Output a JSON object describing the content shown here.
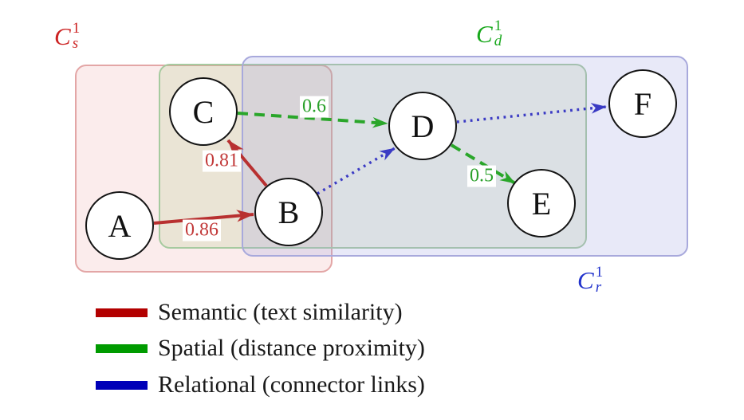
{
  "diagram": {
    "regions": [
      {
        "id": "semantic",
        "label_base": "C",
        "label_sup": "1",
        "label_sub": "s",
        "label_color": "#cc2222",
        "border_color": "#e3a6a6"
      },
      {
        "id": "spatial",
        "label_base": "C",
        "label_sup": "1",
        "label_sub": "d",
        "label_color": "#18a81c",
        "border_color": "#a6ca9f"
      },
      {
        "id": "relational",
        "label_base": "C",
        "label_sup": "1",
        "label_sub": "r",
        "label_color": "#2233cc",
        "border_color": "#a8a9dc"
      }
    ],
    "nodes": [
      {
        "id": "A",
        "label": "A"
      },
      {
        "id": "B",
        "label": "B"
      },
      {
        "id": "C",
        "label": "C"
      },
      {
        "id": "D",
        "label": "D"
      },
      {
        "id": "E",
        "label": "E"
      },
      {
        "id": "F",
        "label": "F"
      }
    ],
    "edges": [
      {
        "from": "A",
        "to": "B",
        "type": "semantic",
        "style": "solid",
        "weight": "0.86"
      },
      {
        "from": "B",
        "to": "C",
        "type": "semantic",
        "style": "solid",
        "weight": "0.81"
      },
      {
        "from": "C",
        "to": "D",
        "type": "spatial",
        "style": "dashed",
        "weight": "0.6"
      },
      {
        "from": "D",
        "to": "E",
        "type": "spatial",
        "style": "dashed",
        "weight": "0.5"
      },
      {
        "from": "B",
        "to": "D",
        "type": "relational",
        "style": "dotted",
        "weight": ""
      },
      {
        "from": "D",
        "to": "F",
        "type": "relational",
        "style": "dotted",
        "weight": ""
      }
    ]
  },
  "colors": {
    "semantic_edge": "#b83030",
    "spatial_edge": "#2aa62a",
    "relational_edge": "#3b3bc4",
    "semantic_weight_text": "#c23a3a",
    "spatial_weight_text": "#2aa02a"
  },
  "legend": {
    "items": [
      {
        "label": "Semantic (text similarity)",
        "color": "#b30000"
      },
      {
        "label": "Spatial (distance proximity)",
        "color": "#009b00"
      },
      {
        "label": "Relational (connector links)",
        "color": "#0000b8"
      }
    ]
  }
}
